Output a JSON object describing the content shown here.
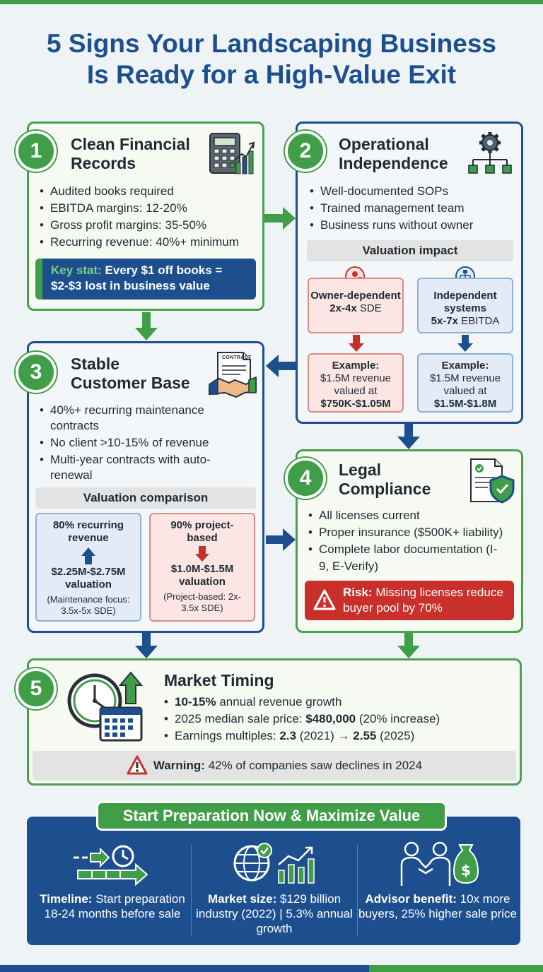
{
  "title_line1": "5 Signs Your Landscaping Business",
  "title_line2": "Is Ready for a High-Value Exit",
  "card1": {
    "num": "1",
    "title1": "Clean Financial",
    "title2": "Records",
    "icon": "calculator-chart-icon",
    "bullets": [
      "Audited books required",
      "EBITDA margins: 12-20%",
      "Gross profit margins: 35-50%",
      "Recurring revenue: 40%+ minimum"
    ],
    "keystat_label": "Key stat:",
    "keystat_text": "Every $1 off books =",
    "keystat_text2": "$2-$3 lost in business value"
  },
  "card2": {
    "num": "2",
    "title1": "Operational",
    "title2": "Independence",
    "icon": "gear-org-chart-icon",
    "bullets": [
      "Well-documented SOPs",
      "Trained management team",
      "Business runs without owner"
    ],
    "impact_label": "Valuation impact",
    "left_title": "Owner-dependent",
    "left_mult": "2x-4x",
    "left_unit": "SDE",
    "right_title": "Independent systems",
    "right_mult": "5x-7x",
    "right_unit": "EBITDA",
    "left_ex_label": "Example:",
    "left_ex_text": "$1.5M revenue valued at",
    "left_ex_value": "$750K-$1.05M",
    "right_ex_label": "Example:",
    "right_ex_text": "$1.5M revenue valued at",
    "right_ex_value": "$1.5M-$1.8M"
  },
  "card3": {
    "num": "3",
    "title1": "Stable",
    "title2": "Customer Base",
    "icon": "contract-handshake-icon",
    "contract_text": "CONTRACT",
    "bullets": [
      "40%+ recurring maintenance contracts",
      "No client >10-15% of revenue",
      "Multi-year contracts with auto-renewal"
    ],
    "compare_label": "Valuation comparison",
    "left_title": "80% recurring revenue",
    "left_value": "$2.25M-$2.75M valuation",
    "left_note": "(Maintenance focus: 3.5x-5x SDE)",
    "right_title": "90% project-based",
    "right_value": "$1.0M-$1.5M valuation",
    "right_note": "(Project-based: 2x-3.5x SDE)"
  },
  "card4": {
    "num": "4",
    "title1": "Legal",
    "title2": "Compliance",
    "icon": "document-shield-icon",
    "bullets": [
      "All licenses current",
      "Proper insurance ($500K+ liability)",
      "Complete labor documentation (I-9, E-Verify)"
    ],
    "risk_label": "Risk:",
    "risk_text": "Missing licenses reduce buyer pool by 70%"
  },
  "card5": {
    "num": "5",
    "title": "Market Timing",
    "icon": "clock-calendar-growth-icon",
    "b1_bold": "10-15%",
    "b1_text": " annual revenue growth",
    "b2_text": "2025 median sale price: ",
    "b2_bold": "$480,000",
    "b2_tail": " (20% increase)",
    "b3_text": "Earnings multiples: ",
    "b3_bold1": "2.3",
    "b3_mid": " (2021) → ",
    "b3_bold2": "2.55",
    "b3_tail": " (2025)",
    "warn_label": "Warning:",
    "warn_text": " 42% of companies saw declines in 2024"
  },
  "cta": {
    "title": "Start Preparation Now & Maximize Value",
    "col1_label": "Timeline:",
    "col1_text": " Start preparation 18-24 months before sale",
    "col2_label": "Market size:",
    "col2_text": " $129 billion industry (2022) | 5.3% annual growth",
    "col3_label": "Advisor benefit:",
    "col3_text": " 10x more buyers, 25% higher sale price"
  },
  "colors": {
    "green": "#3f9e47",
    "blue": "#1d4f8f",
    "red": "#c9302c"
  }
}
